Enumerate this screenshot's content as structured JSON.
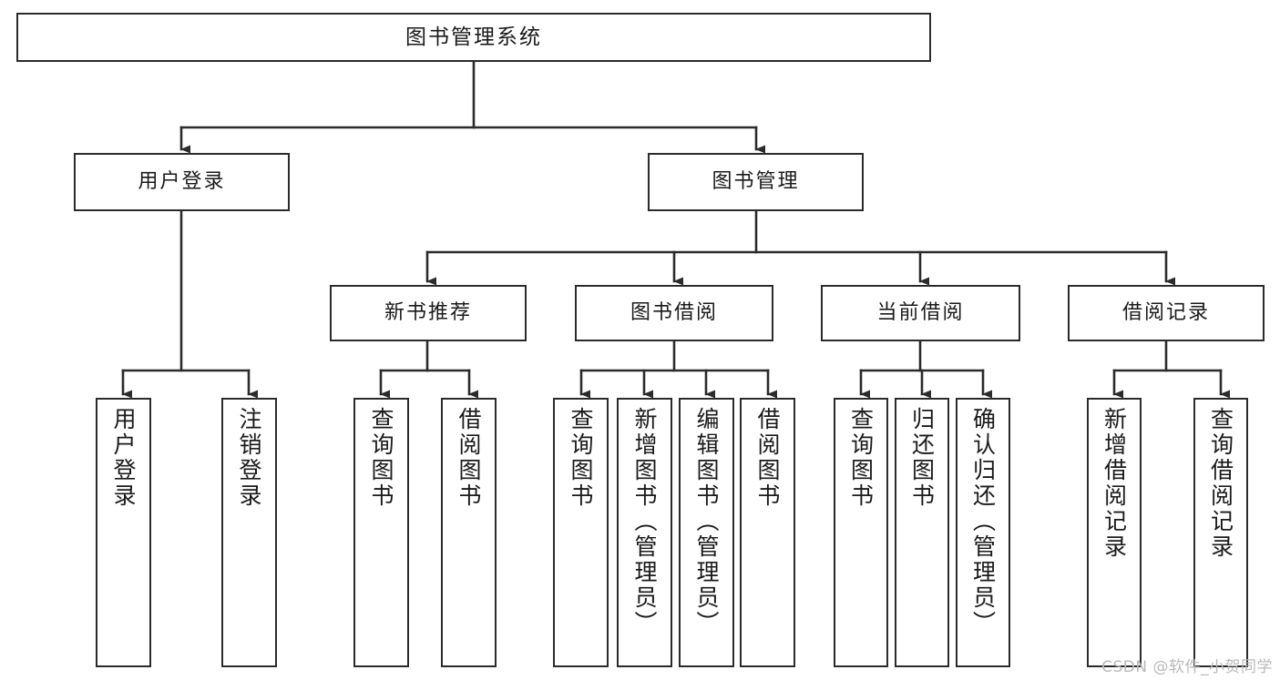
{
  "diagram": {
    "title": "图书管理系统",
    "type": "tree-hierarchy-chart",
    "orientation": "top-down",
    "line_color": "#2b2b2b",
    "box_fill": "#ffffff",
    "text_color": "#1a1a1a",
    "watermark": "CSDN @软件_小贺同学"
  },
  "nodes": {
    "root": {
      "label": "图书管理系统",
      "level": 1
    },
    "level2": [
      {
        "id": "user-login",
        "label": "用户登录"
      },
      {
        "id": "book-manage",
        "label": "图书管理"
      }
    ],
    "level3": [
      {
        "id": "new-book-recommend",
        "label": "新书推荐"
      },
      {
        "id": "book-borrow",
        "label": "图书借阅"
      },
      {
        "id": "current-borrow",
        "label": "当前借阅"
      },
      {
        "id": "borrow-record",
        "label": "借阅记录"
      }
    ],
    "leaves": {
      "user-login": [
        {
          "id": "leaf-user-login",
          "label": "用户登录"
        },
        {
          "id": "leaf-logout-login",
          "label": "注销登录"
        }
      ],
      "new-book-recommend": [
        {
          "id": "leaf-query-book-1",
          "label": "查询图书"
        },
        {
          "id": "leaf-borrow-book-1",
          "label": "借阅图书"
        }
      ],
      "book-borrow": [
        {
          "id": "leaf-query-book-2",
          "label": "查询图书"
        },
        {
          "id": "leaf-add-book",
          "label": "新增图书（管理员）"
        },
        {
          "id": "leaf-edit-book",
          "label": "编辑图书（管理员）"
        },
        {
          "id": "leaf-borrow-book-2",
          "label": "借阅图书"
        }
      ],
      "current-borrow": [
        {
          "id": "leaf-query-book-3",
          "label": "查询图书"
        },
        {
          "id": "leaf-return-book",
          "label": "归还图书"
        },
        {
          "id": "leaf-confirm-return",
          "label": "确认归还（管理员）"
        }
      ],
      "borrow-record": [
        {
          "id": "leaf-add-record",
          "label": "新增借阅记录"
        },
        {
          "id": "leaf-query-record",
          "label": "查询借阅记录"
        }
      ]
    }
  }
}
